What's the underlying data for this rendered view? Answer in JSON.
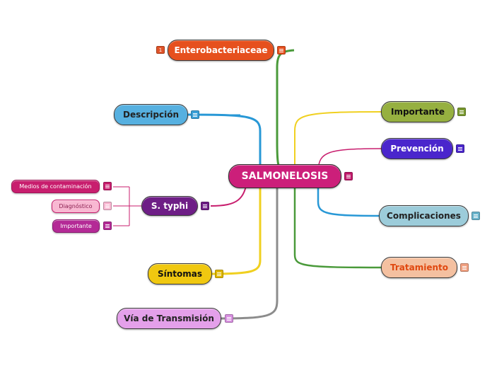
{
  "root": {
    "label": "SALMONELOSIS",
    "color": "#cc1f7a"
  },
  "branches": {
    "enterobacteriaceae": {
      "label": "Enterobacteriaceae",
      "badge": "1",
      "color": "#e6501e"
    },
    "descripcion": {
      "label": "Descripción",
      "color": "#56b0e0"
    },
    "s_typhi": {
      "label": "S. typhi",
      "color": "#6e1e86"
    },
    "sintomas": {
      "label": "Síntomas",
      "color": "#f0c810"
    },
    "via": {
      "label": "Vía de Transmisión",
      "color": "#e4a0ea"
    },
    "importante": {
      "label": "Importante",
      "color": "#96b040"
    },
    "prevencion": {
      "label": "Prevención",
      "color": "#4a26cc"
    },
    "complicaciones": {
      "label": "Complicaciones",
      "color": "#9cccda"
    },
    "tratamiento": {
      "label": "Tratamiento",
      "color": "#f4c0a0"
    }
  },
  "subtopics": {
    "medios": {
      "label": "Medios de contaminación"
    },
    "diagnostico": {
      "label": "Diagnóstico"
    },
    "importante_sub": {
      "label": "Importante"
    }
  },
  "icons": [
    "notes-icon",
    "number-badge"
  ]
}
